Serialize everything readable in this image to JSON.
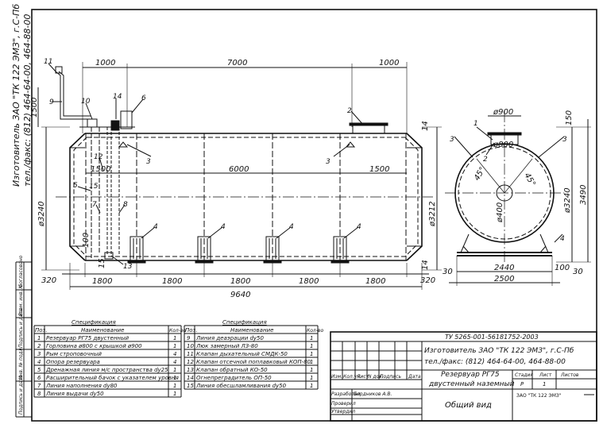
{
  "side_text": {
    "line1": "Изготовитель ЗАО \"ТК 122 ЭМЗ\", г.С-Пб",
    "line2": "тел./факс: (812) 464-64-00, 464-88-00"
  },
  "left_strip": [
    "Согласовано",
    "Взам. инв. №",
    "Подпись и дата",
    "Инв. № подл.",
    "Подпись и дата",
    "Инв. № подл."
  ],
  "dimensions": {
    "top_1000_left": "1000",
    "top_7000": "7000",
    "top_1000_right": "1000",
    "h1500": "1500",
    "d3240": "ø3240",
    "d3212": "ø3212",
    "h14_top": "14",
    "h14_bot": "14",
    "inner_1500_left": "1500",
    "inner_6000": "6000",
    "inner_1500_right": "1500",
    "d100": "100",
    "d15": "15",
    "bot_320_left": "320",
    "bot_1800_a": "1800",
    "bot_1800_b": "1800",
    "bot_1800_c": "1800",
    "bot_1800_d": "1800",
    "bot_1800_e": "1800",
    "bot_320_right": "320",
    "total_9640": "9640",
    "end_d900": "ø900",
    "end_d800": "ø800",
    "end_d400": "ø400",
    "end_45_left": "45°",
    "end_45_right": "45°",
    "end_150": "150",
    "end_3240": "ø3240",
    "end_3490": "3490",
    "end_30_left": "30",
    "end_2440": "2440",
    "end_100": "100",
    "end_30_right": "30",
    "end_2500": "2500"
  },
  "callouts": [
    "11",
    "9",
    "10",
    "14",
    "6",
    "2",
    "12",
    "3",
    "5",
    "15",
    "7",
    "8",
    "13",
    "4",
    "4",
    "4",
    "4",
    "3",
    "1",
    "3",
    "2",
    "3",
    "4"
  ],
  "spec_left": {
    "title": "Спецификация",
    "headers": [
      "Поз.",
      "Наименование",
      "Кол-во"
    ],
    "rows": [
      [
        "1",
        "Резервуар РГ75 двустенный",
        "1"
      ],
      [
        "2",
        "Горловина ø800 с крышкой ø900",
        "1"
      ],
      [
        "3",
        "Рым строповочный",
        "4"
      ],
      [
        "4",
        "Опора резервуара",
        "4"
      ],
      [
        "5",
        "Дренажная линия м/с пространства dy25",
        "1"
      ],
      [
        "6",
        "Расширительный бачок с указателем уровня",
        "1"
      ],
      [
        "7",
        "Линия наполнения dy80",
        "1"
      ],
      [
        "8",
        "Линия выдачи dy50",
        "1"
      ]
    ]
  },
  "spec_right": {
    "title": "Спецификация",
    "headers": [
      "Поз.",
      "Наименование",
      "Кол-во"
    ],
    "rows": [
      [
        "9",
        "Линия деаэрации dy50",
        "1"
      ],
      [
        "10",
        "Люк замерный ЛЗ-80",
        "1"
      ],
      [
        "11",
        "Клапан дыхательный СМДК-50",
        "1"
      ],
      [
        "12",
        "Клапан отсечной поплавковый КОП-80",
        "1"
      ],
      [
        "13",
        "Клапан обратный КО-50",
        "1"
      ],
      [
        "14",
        "Огнепреградитель ОП-50",
        "1"
      ],
      [
        "15",
        "Линия обесшламливания dy50",
        "1"
      ]
    ]
  },
  "title_block": {
    "doc_code": "ТУ 5265-001-56181752-2003",
    "maker1": "Изготовитель ЗАО \"ТК 122 ЭМЗ\", г.С-Пб",
    "maker2": "тел./факс: (812) 464-64-00, 464-88-00",
    "change_headers": [
      "Изм.",
      "Кол.уч.",
      "Лист",
      "N док.",
      "Подпись",
      "Дата"
    ],
    "product1": "Резервуар РГ75",
    "product2": "двустенный наземный",
    "stage_headers": [
      "Стадия",
      "Лист",
      "Листов"
    ],
    "stage_values": [
      "Р",
      "1",
      ""
    ],
    "roles": [
      "Разработал",
      "Проверил",
      "Утвердил"
    ],
    "developer": "Бердников А.В.",
    "view": "Общий вид",
    "company": "ЗАО \"ТК 122 ЭМЗ\""
  }
}
